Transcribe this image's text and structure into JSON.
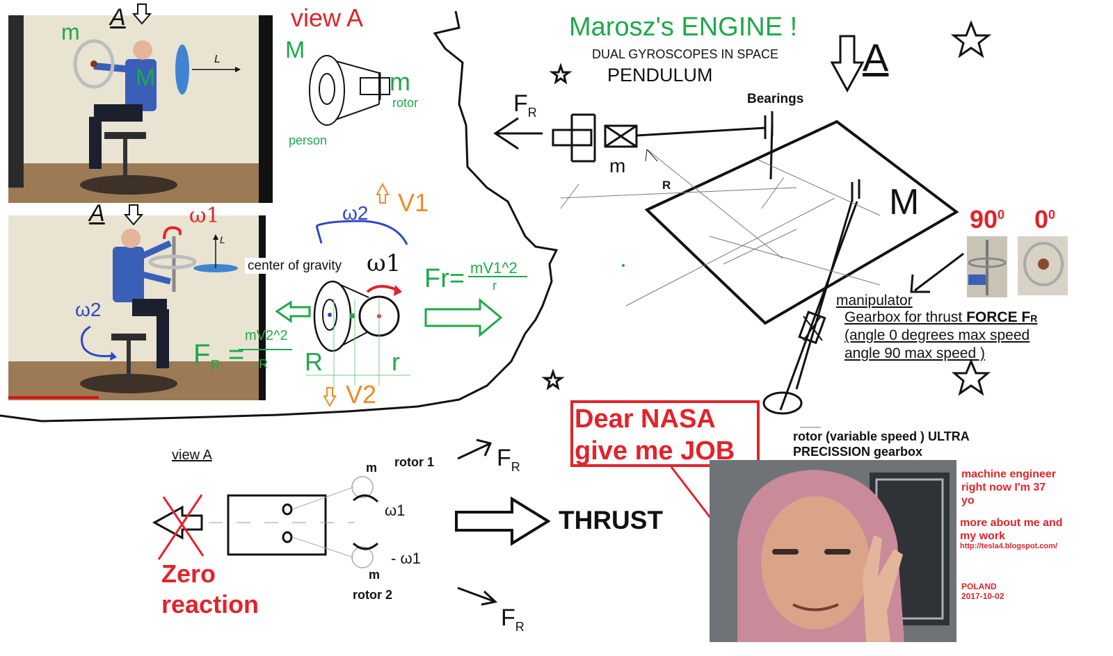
{
  "title": {
    "main": "Marosz's  ENGINE !",
    "sub1": "DUAL GYROSCOPES IN SPACE",
    "sub2": "PENDULUM"
  },
  "photo_labels": {
    "top_A": "A",
    "top_m": "m",
    "top_M": "M",
    "top_L": "L",
    "bottom_A": "A",
    "bottom_omega1": "ω1",
    "bottom_omega2": "ω2",
    "bottom_L": "L"
  },
  "view_a_top": {
    "title": "view A",
    "M": "M",
    "m": "m",
    "rotor": "rotor",
    "person": "person"
  },
  "gravity_diagram": {
    "omega2": "ω2",
    "v1": "V1",
    "center_of_gravity": "center of gravity",
    "omega1": "ω1",
    "fr_eq_lhs": "Fr=",
    "fr_eq_num": "mV1^2",
    "fr_eq_den": "r",
    "FR_lhs": "F",
    "FR_sub": "R",
    "FR_num": "mV2^2",
    "FR_den": "R",
    "R_label": "R",
    "r_label": "r",
    "v2": "V2"
  },
  "engine_diagram": {
    "FR": "F",
    "FR_sub": "R",
    "m": "m",
    "bearings": "Bearings",
    "R": "R",
    "M": "M",
    "arrow_A": "A",
    "deg90": "90",
    "deg0": "0",
    "deg_sup": "0",
    "manipulator": "manipulator",
    "gearbox_line1_a": "Gearbox for thrust ",
    "gearbox_line1_b": "FORCE F",
    "gearbox_line1_sub": "R",
    "gearbox_line2": "(angle 0 degrees max speed",
    "gearbox_line3": "angle  90 max speed )",
    "rotor_line1": "rotor (variable speed ) ULTRA",
    "rotor_line2": "PRECISSION gearbox"
  },
  "nasa_box": {
    "line1": "Dear NASA",
    "line2": "give me JOB"
  },
  "about": {
    "line1": "machine engineer",
    "line2": "right now I'm 37",
    "line3": "yo",
    "line4": "more about me and",
    "line5": "my work",
    "url": "http://tesla4.blogspot.com/",
    "country": "POLAND",
    "date": "2017-10-02"
  },
  "bottom_view": {
    "title": "view A",
    "zero1": "Zero",
    "zero2": "reaction",
    "m_top": "m",
    "m_bottom": "m",
    "rotor1": "rotor 1",
    "rotor2": "rotor 2",
    "omega1": "ω1",
    "minus_omega1": "- ω1",
    "FR_top": "F",
    "FR_bottom": "F",
    "FR_sub": "R",
    "thrust": "THRUST"
  },
  "colors": {
    "green": "#1ea84a",
    "red": "#e0242a",
    "orange": "#f08a24",
    "blue": "#3046c8",
    "disc_blue": "#3f84d0",
    "photo_wall": "#e9e3d2",
    "photo_floor": "#9c7a55"
  }
}
